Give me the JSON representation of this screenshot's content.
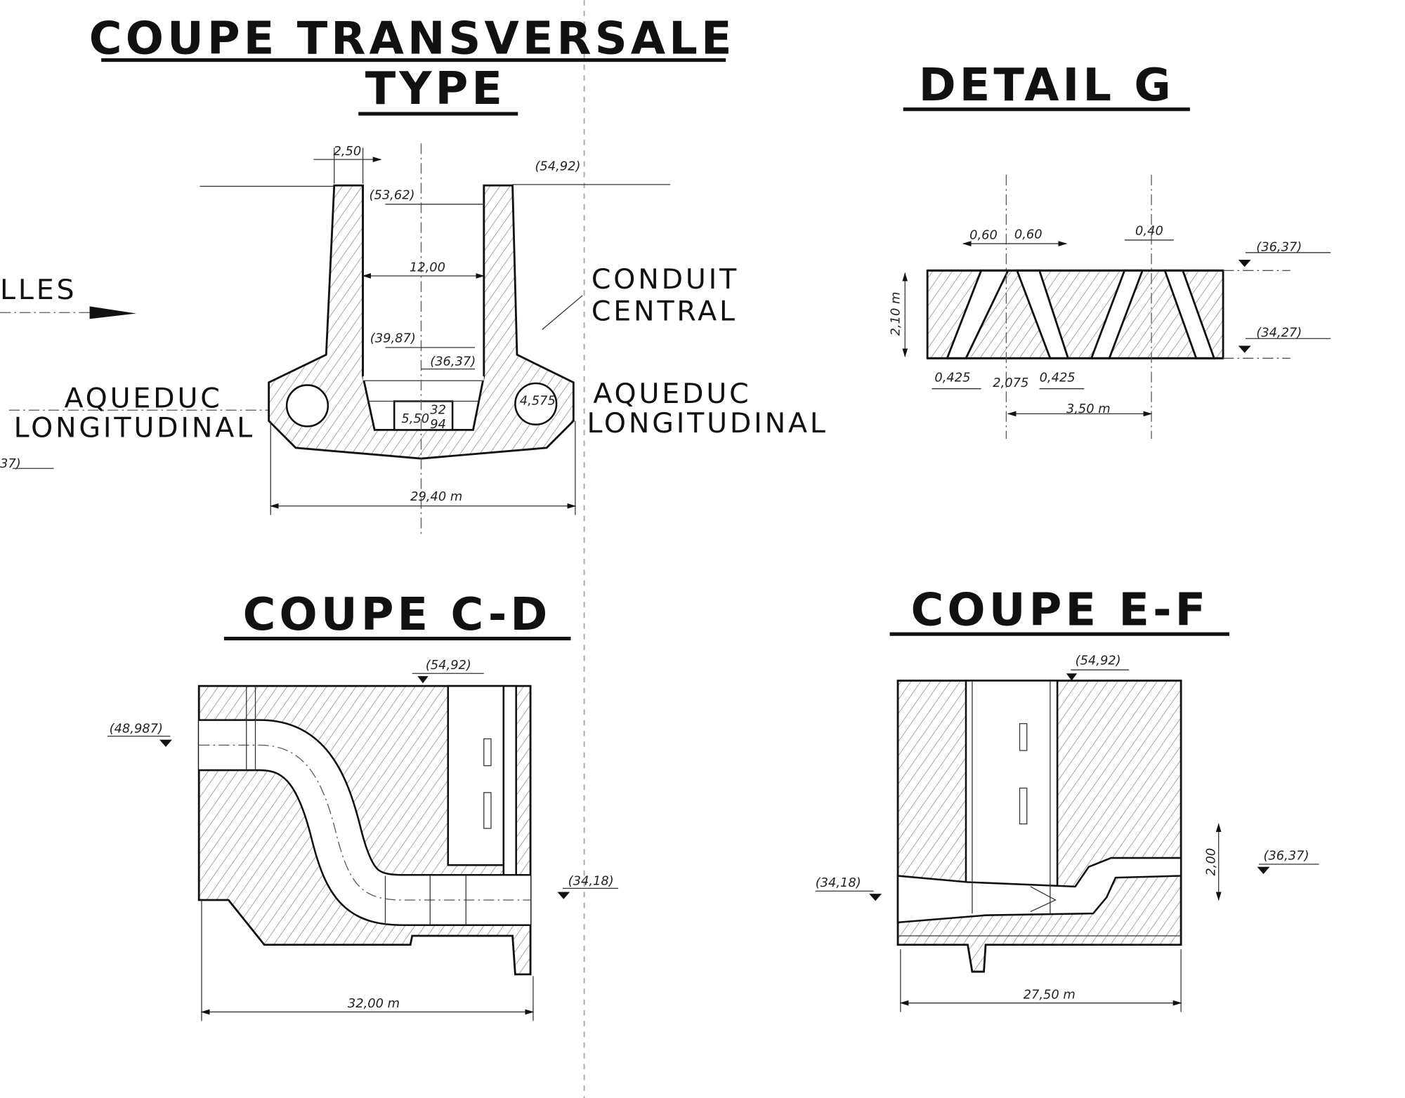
{
  "titles": {
    "coupe_transversale": "COUPE TRANSVERSALE",
    "type": "TYPE",
    "detail_g": "DETAIL G",
    "coupe_cd": "COUPE C-D",
    "coupe_ef": "COUPE E-F"
  },
  "labels": {
    "lles": "LLES",
    "aqueduc_left": "AQUEDUC",
    "longitudinal_left": "LONGITUDINAL",
    "partial_level": "37)",
    "conduit": "CONDUIT",
    "central": "CENTRAL",
    "aqueduc_right": "AQUEDUC",
    "longitudinal_right": "LONGITUDINAL"
  },
  "coupe_transversale": {
    "wall_width": "2,50",
    "level_top": "(54,92)",
    "level_water_high": "(53,62)",
    "inner_width": "12,00",
    "level_water_low": "(39,87)",
    "level_floor": "(36,37)",
    "conduit_width": "5,50",
    "conduit_small": "32",
    "conduit_small2": "94",
    "aqueduc_diameter": "4,575",
    "total_width": "29,40 m"
  },
  "detail_g": {
    "dim_1": "0,60",
    "dim_2": "0,60",
    "dim_3": "0,40",
    "level_top": "(36,37)",
    "level_bottom": "(34,27)",
    "height": "2,10 m",
    "bottom_1": "0,425",
    "bottom_2": "2,075",
    "bottom_3": "0,425",
    "spacing": "3,50 m"
  },
  "coupe_cd": {
    "level_top": "(54,92)",
    "level_inlet": "(48,987)",
    "level_outlet": "(34,18)",
    "total_length": "32,00 m"
  },
  "coupe_ef": {
    "level_top": "(54,92)",
    "level_left": "(34,18)",
    "step_height": "2,00",
    "level_right": "(36,37)",
    "total_length": "27,50 m"
  }
}
